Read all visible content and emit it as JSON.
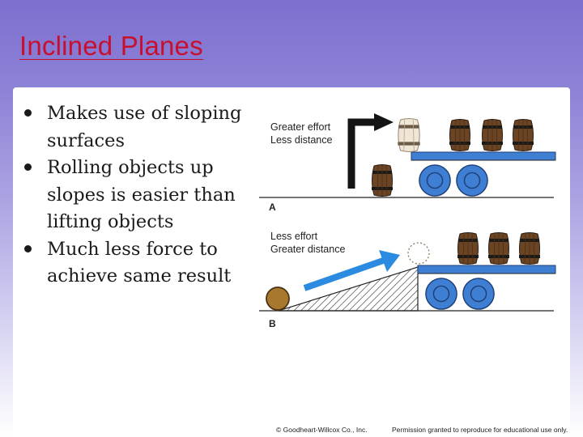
{
  "slide": {
    "title": "Inclined Planes"
  },
  "bullets": [
    "Makes use of sloping surfaces",
    "Rolling objects up slopes is easier than lifting objects",
    "Much less force to achieve same result"
  ],
  "figure": {
    "panel_a": {
      "label": "A",
      "caption_line1": "Greater effort",
      "caption_line2": "Less distance"
    },
    "panel_b": {
      "label": "B",
      "caption_line1": "Less effort",
      "caption_line2": "Greater distance"
    },
    "colors": {
      "truck_blue": "#3f7fd3",
      "arrow_blue": "#2a8be0",
      "barrel_brown": "#6b4423",
      "barrel_band": "#1e1a16"
    }
  },
  "footer": {
    "copyright": "© Goodheart-Willcox Co., Inc.",
    "permission": "Permission granted to reproduce for educational use only."
  }
}
